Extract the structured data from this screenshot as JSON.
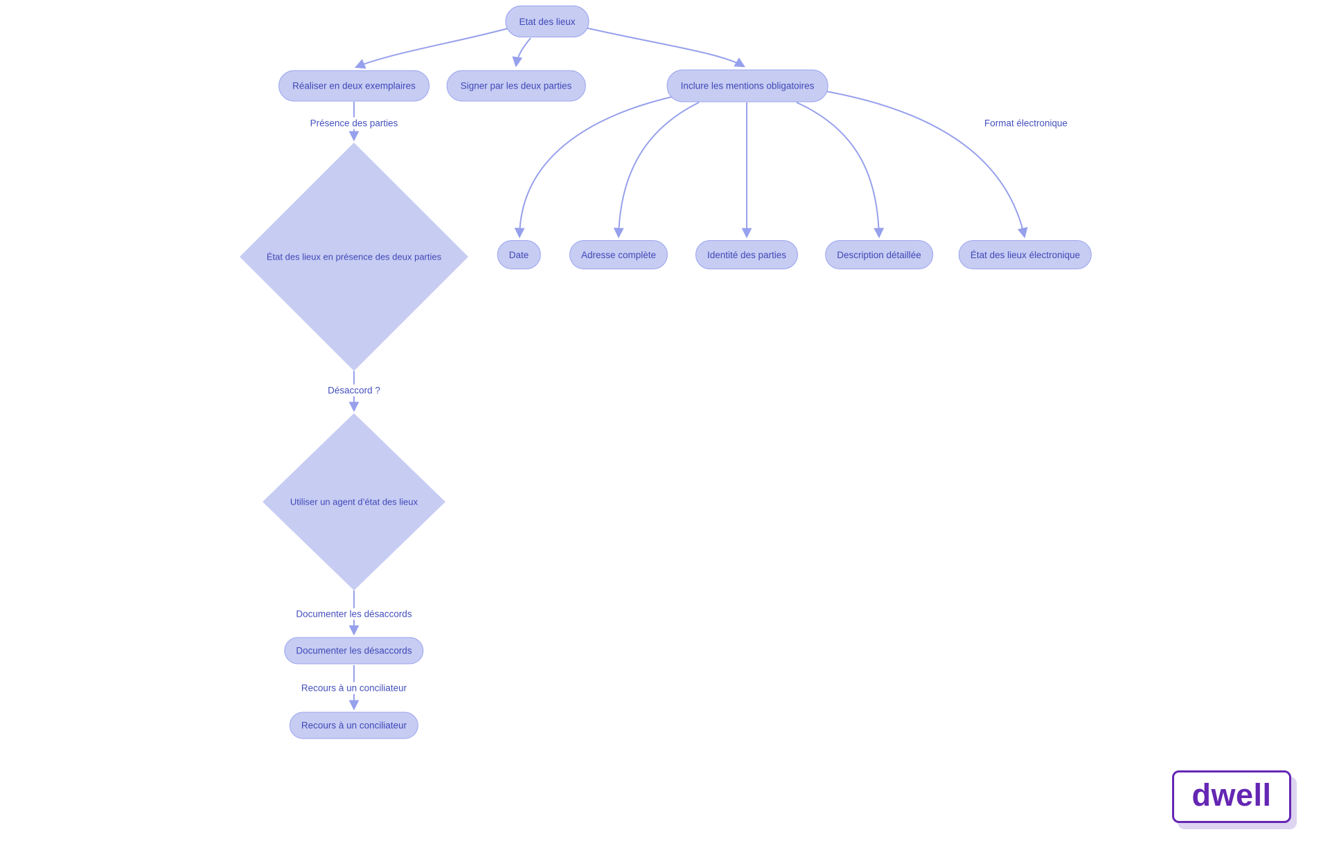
{
  "css_vars": {
    "--bg": "#ffffff",
    "--node-fill": "#c7ccf3",
    "--node-border": "#99a3ee",
    "--node-text": "#3f49b6",
    "--edge": "#96a0ec",
    "--label": "#4450bc",
    "--logo": "#6426b3",
    "--logo-shadow": "#ddd4f0"
  },
  "diagram": {
    "nodes": {
      "root": "Etat des lieux",
      "realiser": "Réaliser en deux exemplaires",
      "signer": "Signer par les deux parties",
      "inclure": "Inclure les mentions obligatoires",
      "diamond_presence": "État des lieux en présence des deux parties",
      "diamond_agent": "Utiliser un agent d’état des lieux",
      "documenter": "Documenter les désaccords",
      "recours": "Recours à un conciliateur",
      "date": "Date",
      "adresse": "Adresse complète",
      "identite": "Identité des parties",
      "description": "Description détaillée",
      "electronique": "État des lieux électronique"
    },
    "edge_labels": {
      "presence": "Présence des parties",
      "desaccord": "Désaccord ?",
      "documenter": "Documenter les désaccords",
      "recours": "Recours à un conciliateur",
      "format": "Format électronique"
    }
  },
  "logo": {
    "text": "dwell"
  }
}
